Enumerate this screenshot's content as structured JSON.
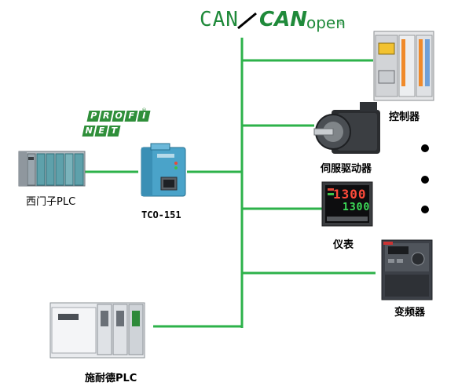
{
  "header": {
    "can_left": "CAN",
    "can_right_bold": "CAN",
    "can_right_light": "open",
    "trademark": "®"
  },
  "profinet": {
    "row1": [
      "P",
      "R",
      "O",
      "F",
      "I"
    ],
    "row2": [
      "N",
      "E",
      "T"
    ],
    "registered": "®"
  },
  "gateway": {
    "label": "TCO-151"
  },
  "devices": {
    "siemens": "西门子PLC",
    "schneider": "施耐德PLC",
    "controller": "控制器",
    "servo": "伺服驱动器",
    "meter": "仪表",
    "vfd": "变频器"
  },
  "meter_display": {
    "top": "1300",
    "bottom": "1300"
  },
  "colors": {
    "bus": "#2db24a",
    "can_text": "#1f8a3a",
    "profinet_green": "#2f8f3a"
  }
}
